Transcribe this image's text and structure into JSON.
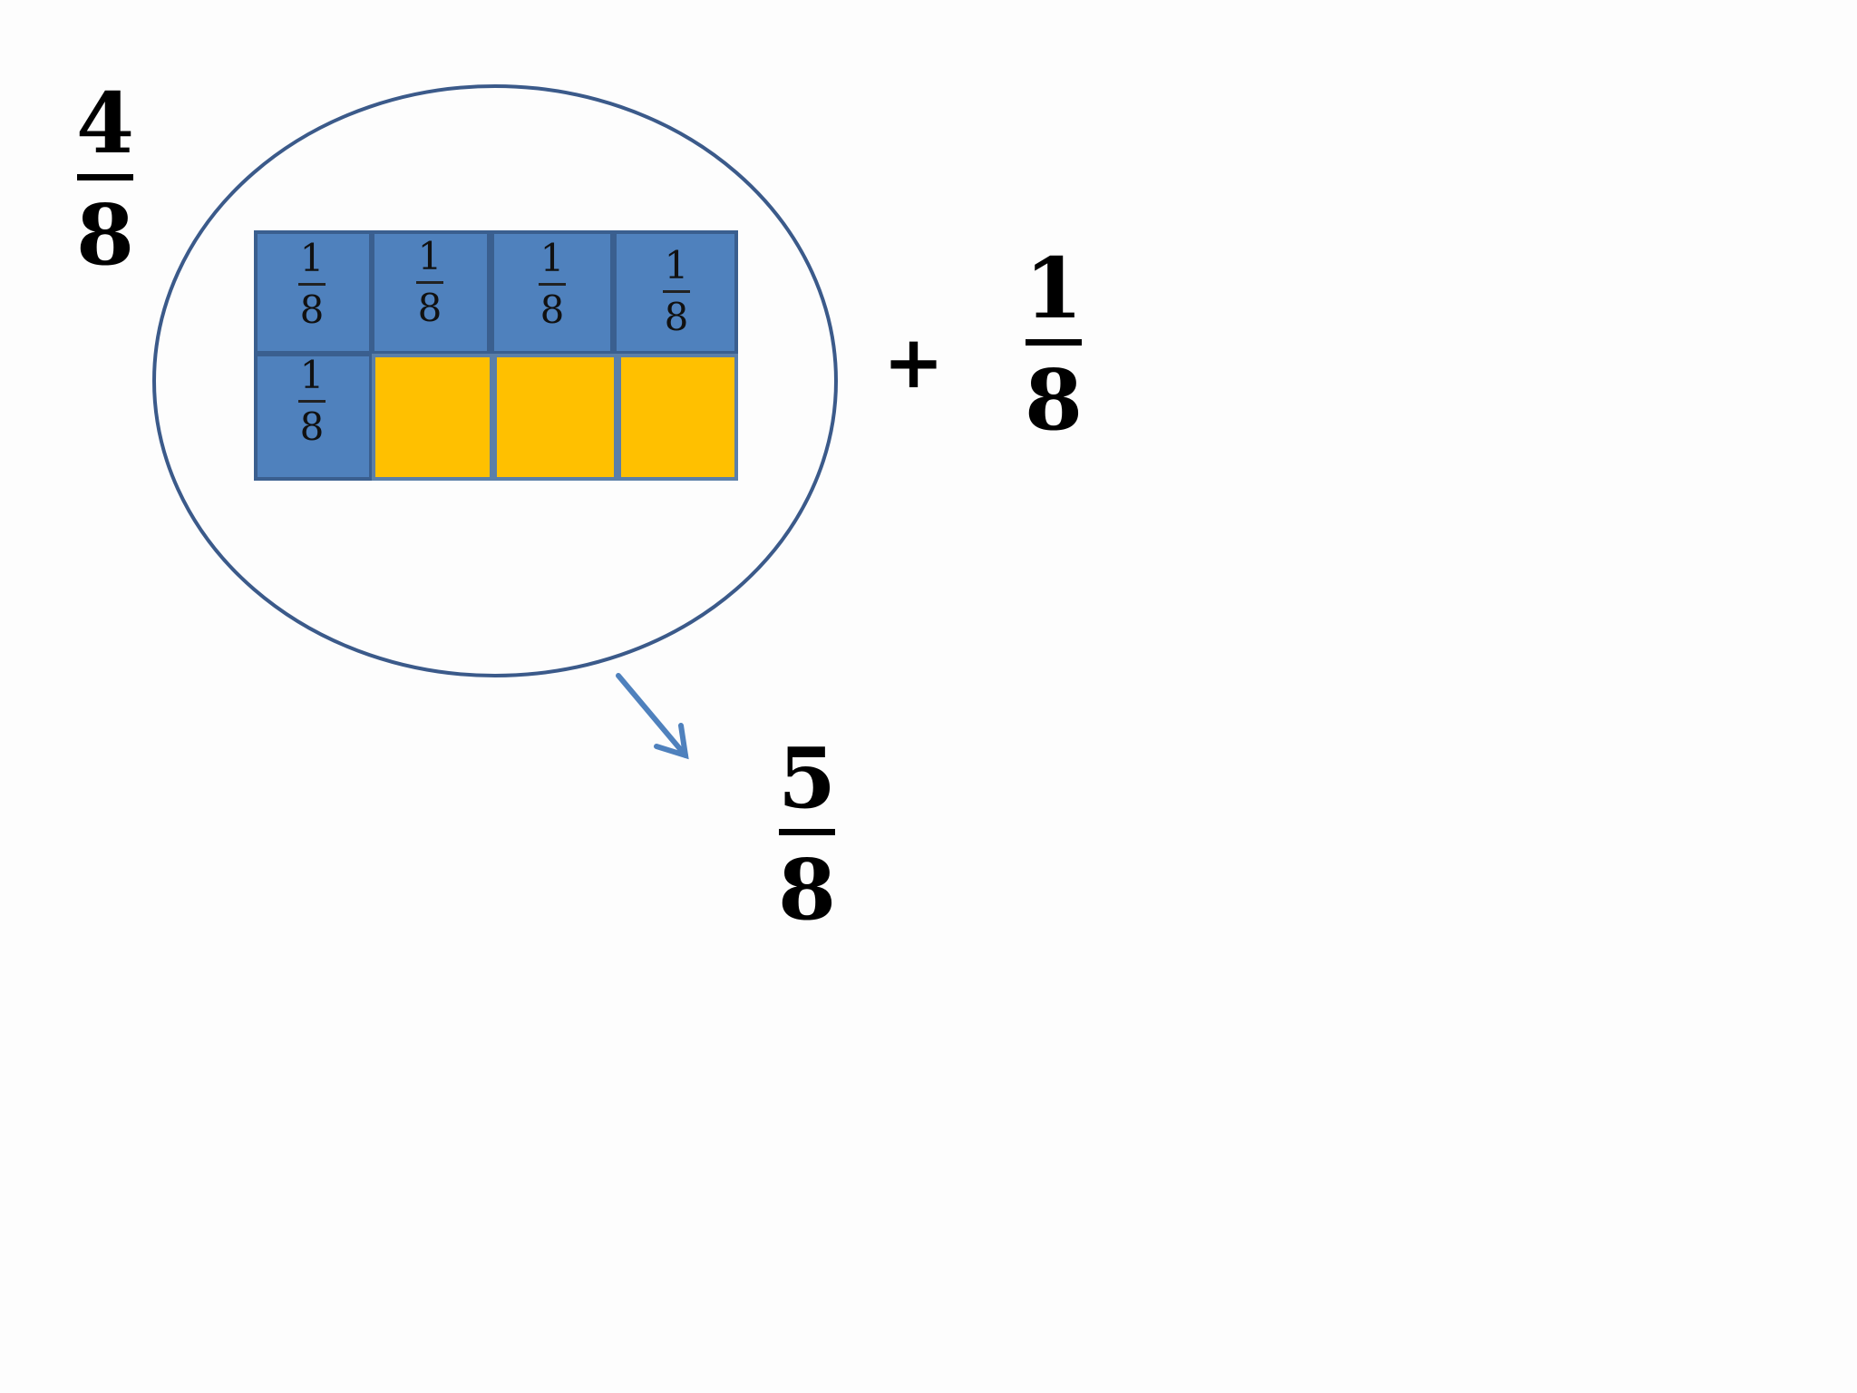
{
  "fractions": {
    "top_left": {
      "numerator": "4",
      "denominator": "8"
    },
    "added": {
      "numerator": "1",
      "denominator": "8"
    },
    "result": {
      "numerator": "5",
      "denominator": "8"
    }
  },
  "operator": "+",
  "grid": {
    "rows": 2,
    "cols": 4,
    "shaded_cells": 5,
    "total_cells": 8,
    "cell_label": {
      "numerator": "1",
      "denominator": "8"
    },
    "colors": {
      "shaded": "#4f81bd",
      "unshaded": "#ffc000",
      "border": "#3a5f8f"
    }
  },
  "colors": {
    "ellipse": "#3b5a8a",
    "arrow": "#4f81bd"
  }
}
